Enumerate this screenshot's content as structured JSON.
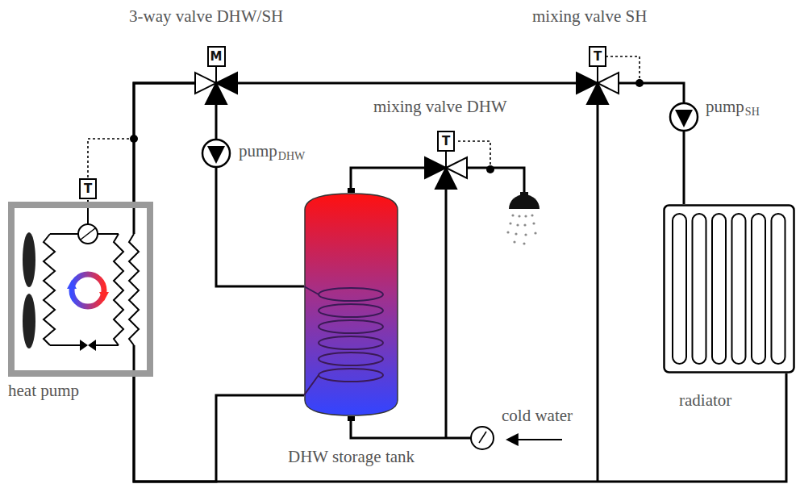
{
  "diagram": {
    "nodes": [
      {
        "text": [
          "M"
        ]
      },
      {
        "text": [
          "T"
        ]
      },
      {
        "text": [
          "T"
        ]
      },
      {
        "text": [
          "T"
        ]
      },
      {
        "text": [
          "heat pump"
        ]
      },
      {
        "text": [
          "DHW storage tank"
        ]
      },
      {
        "text": [
          "radiator"
        ]
      }
    ],
    "edges": [
      {
        "from": 4,
        "to": 5,
        "arrow": "none"
      },
      {
        "from": 5,
        "to": 4,
        "arrow": "none"
      },
      {
        "from": 4,
        "to": 6,
        "arrow": "none"
      },
      {
        "from": 6,
        "to": 4,
        "arrow": "none"
      }
    ],
    "labels": [
      "3-way valve DHW/SH",
      "mixing valve SH",
      "mixing valve DHW",
      "pump",
      "DHW",
      "pump",
      "SH",
      "cold water"
    ]
  }
}
